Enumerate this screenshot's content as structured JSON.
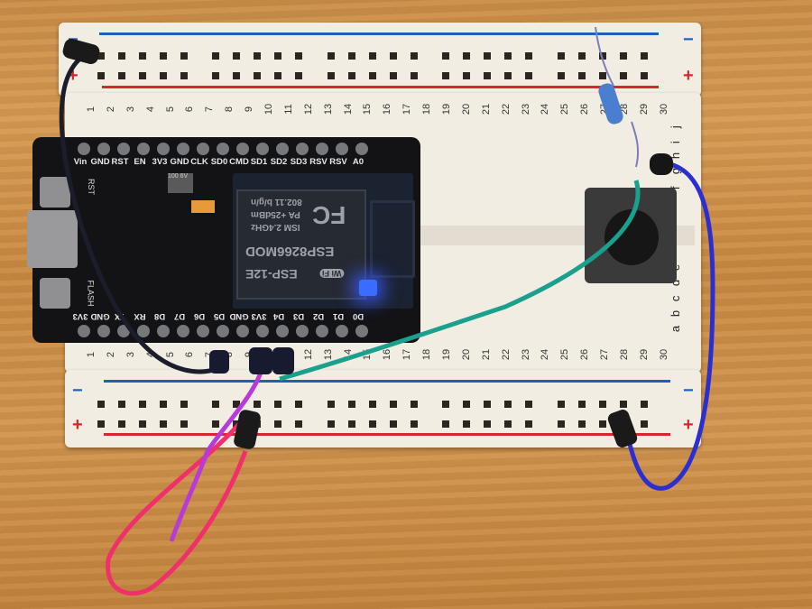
{
  "scene": {
    "description": "ESP8266 NodeMCU dev board on a solderless breadboard with a tactile push button, a resistor and jumper wires, on a wooden surface",
    "surface": "wood"
  },
  "breadboard": {
    "rail_symbols": {
      "minus": "−",
      "plus": "+"
    },
    "column_numbers": [
      "1",
      "2",
      "3",
      "4",
      "5",
      "6",
      "7",
      "8",
      "9",
      "10",
      "11",
      "12",
      "13",
      "14",
      "15",
      "16",
      "17",
      "18",
      "19",
      "20",
      "21",
      "22",
      "23",
      "24",
      "25",
      "26",
      "27",
      "28",
      "29",
      "30"
    ],
    "row_letters_top": [
      "j",
      "i",
      "h",
      "g",
      "f"
    ],
    "row_letters_bottom": [
      "e",
      "d",
      "c",
      "b",
      "a"
    ],
    "colors": {
      "rail_negative": "#1f5fb8",
      "rail_positive": "#d8262c",
      "body": "#f1ede2"
    }
  },
  "nodemcu": {
    "top_pins": [
      "Vin",
      "GND",
      "RST",
      "EN",
      "3V3",
      "GND",
      "CLK",
      "SD0",
      "CMD",
      "SD1",
      "SD2",
      "SD3",
      "RSV",
      "RSV",
      "A0"
    ],
    "bottom_pins": [
      "3V3",
      "GND",
      "TX",
      "RX",
      "D8",
      "D7",
      "D6",
      "D5",
      "GND",
      "3V3",
      "D4",
      "D3",
      "D2",
      "D1",
      "D0"
    ],
    "button_labels": {
      "reset": "RST",
      "flash": "FLASH"
    },
    "regulator_marking": "100 6V"
  },
  "esp_module": {
    "line1": "802.11 b/g/n",
    "line2": "PA  +25dBm",
    "line3": "ISM  2.4GHz",
    "model": "ESP8266MOD",
    "brand": "ESP-12E",
    "cert": "FC",
    "wifi": "Wi Fi"
  },
  "components": {
    "resistor": "resistor near column 27",
    "push_button": "tactile switch spanning center trough at columns 27-29"
  },
  "wires": [
    {
      "color": "#1c1d2a",
      "name": "black-gnd-wire"
    },
    {
      "color": "#2c2fd0",
      "name": "blue-wire"
    },
    {
      "color": "#1aa08c",
      "name": "green-wire"
    },
    {
      "color": "#f0306a",
      "name": "red-wire"
    },
    {
      "color": "#b83ad8",
      "name": "purple-wire"
    }
  ]
}
